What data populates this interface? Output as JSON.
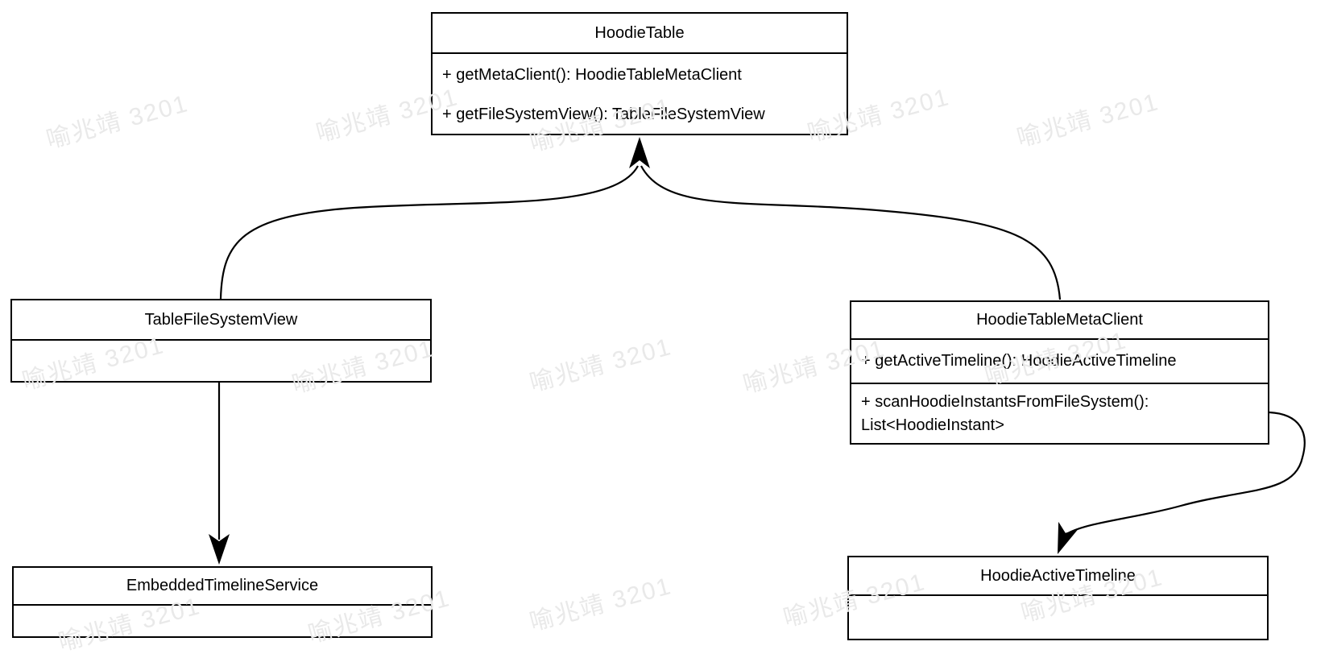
{
  "watermark": {
    "text": "喻兆靖 3201"
  },
  "colors": {
    "line": "#000000",
    "watermark": "#e9e9e9",
    "background": "#ffffff"
  },
  "classes": {
    "hoodieTable": {
      "title": "HoodieTable",
      "members": [
        "+ getMetaClient(): HoodieTableMetaClient",
        "+ getFileSystemView(): TableFileSystemView"
      ]
    },
    "tableFileSystemView": {
      "title": "TableFileSystemView",
      "members": []
    },
    "hoodieTableMetaClient": {
      "title": "HoodieTableMetaClient",
      "members": [
        "+ getActiveTimeline(): HoodieActiveTimeline",
        "+ scanHoodieInstantsFromFileSystem(): List<HoodieInstant>"
      ]
    },
    "embeddedTimelineService": {
      "title": "EmbeddedTimelineService",
      "members": []
    },
    "hoodieActiveTimeline": {
      "title": "HoodieActiveTimeline",
      "members": []
    }
  },
  "relationships": [
    {
      "from": "TableFileSystemView",
      "to": "HoodieTable"
    },
    {
      "from": "HoodieTableMetaClient",
      "to": "HoodieTable"
    },
    {
      "from": "TableFileSystemView",
      "to": "EmbeddedTimelineService"
    },
    {
      "from": "HoodieTableMetaClient",
      "to": "HoodieActiveTimeline"
    }
  ]
}
